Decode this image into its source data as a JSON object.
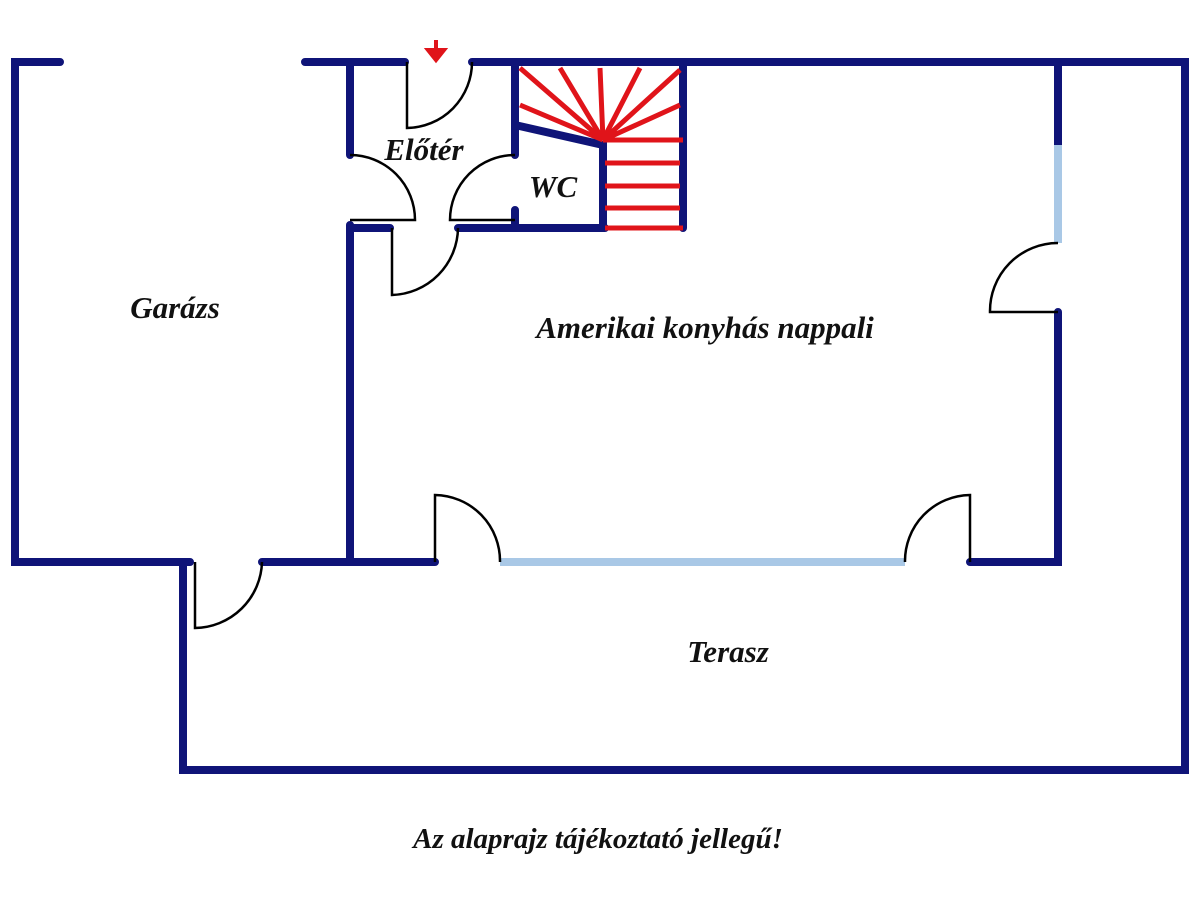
{
  "rooms": {
    "garage": "Garázs",
    "hall": "Előtér",
    "wc": "WC",
    "living": "Amerikai konyhás nappali",
    "terrace": "Terasz"
  },
  "footer_note": "Az alaprajz tájékoztató jellegű!",
  "colors": {
    "wall": "#0f1478",
    "window": "#a9c8e6",
    "stairs": "#e0141a"
  }
}
